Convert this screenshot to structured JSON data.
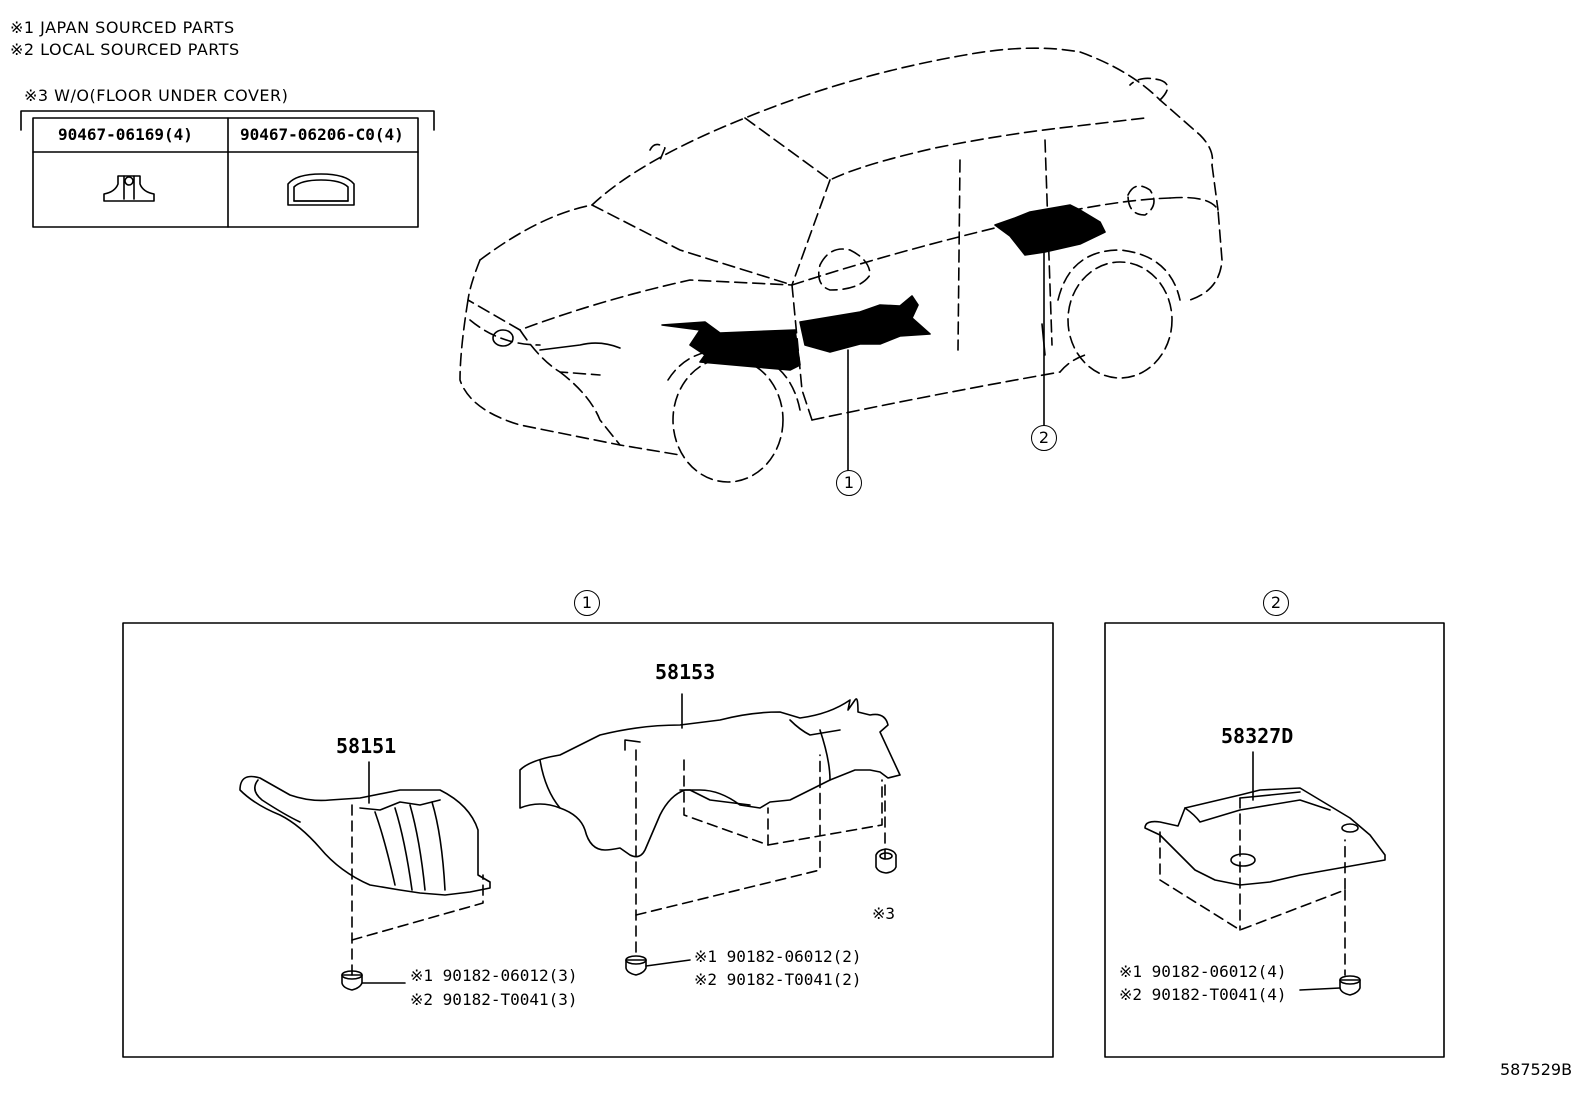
{
  "notes": {
    "note1": "※1 JAPAN SOURCED PARTS",
    "note2": "※2 LOCAL SOURCED PARTS",
    "note3": "※3 W/O(FLOOR UNDER COVER)"
  },
  "clip_table": {
    "col1": "90467-06169(4)",
    "col2": "90467-06206-C0(4)"
  },
  "callouts": {
    "c1": "1",
    "c2": "2"
  },
  "group1": {
    "label": "1",
    "part_a": "58151",
    "part_b": "58153",
    "star3": "※3",
    "clip_a1": "※1 90182-06012(3)",
    "clip_a2": "※2 90182-T0041(3)",
    "clip_b1": "※1 90182-06012(2)",
    "clip_b2": "※2 90182-T0041(2)"
  },
  "group2": {
    "label": "2",
    "part_c": "58327D",
    "clip_c1": "※1 90182-06012(4)",
    "clip_c2": "※2 90182-T0041(4)"
  },
  "drawing_id": "587529B"
}
